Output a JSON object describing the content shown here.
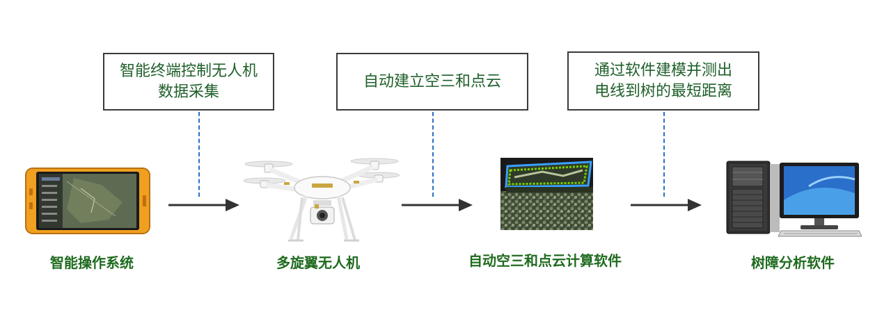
{
  "boxes": [
    {
      "lines": [
        "智能终端控制无人机",
        "数据采集"
      ]
    },
    {
      "lines": [
        "自动建立空三和点云"
      ]
    },
    {
      "lines": [
        "通过软件建模并测出",
        "电线到树的最短距离"
      ]
    }
  ],
  "labels": [
    "智能操作系统",
    "多旋翼无人机",
    "自动空三和点云计算软件",
    "树障分析软件"
  ],
  "colors": {
    "text_green": "#1f5f2a",
    "label_green": "#1f6b1f",
    "dash_blue": "#2a6fc9",
    "arrow": "#333333"
  },
  "icons": [
    "tablet-icon",
    "drone-icon",
    "point-cloud-image",
    "desktop-computer-icon"
  ]
}
